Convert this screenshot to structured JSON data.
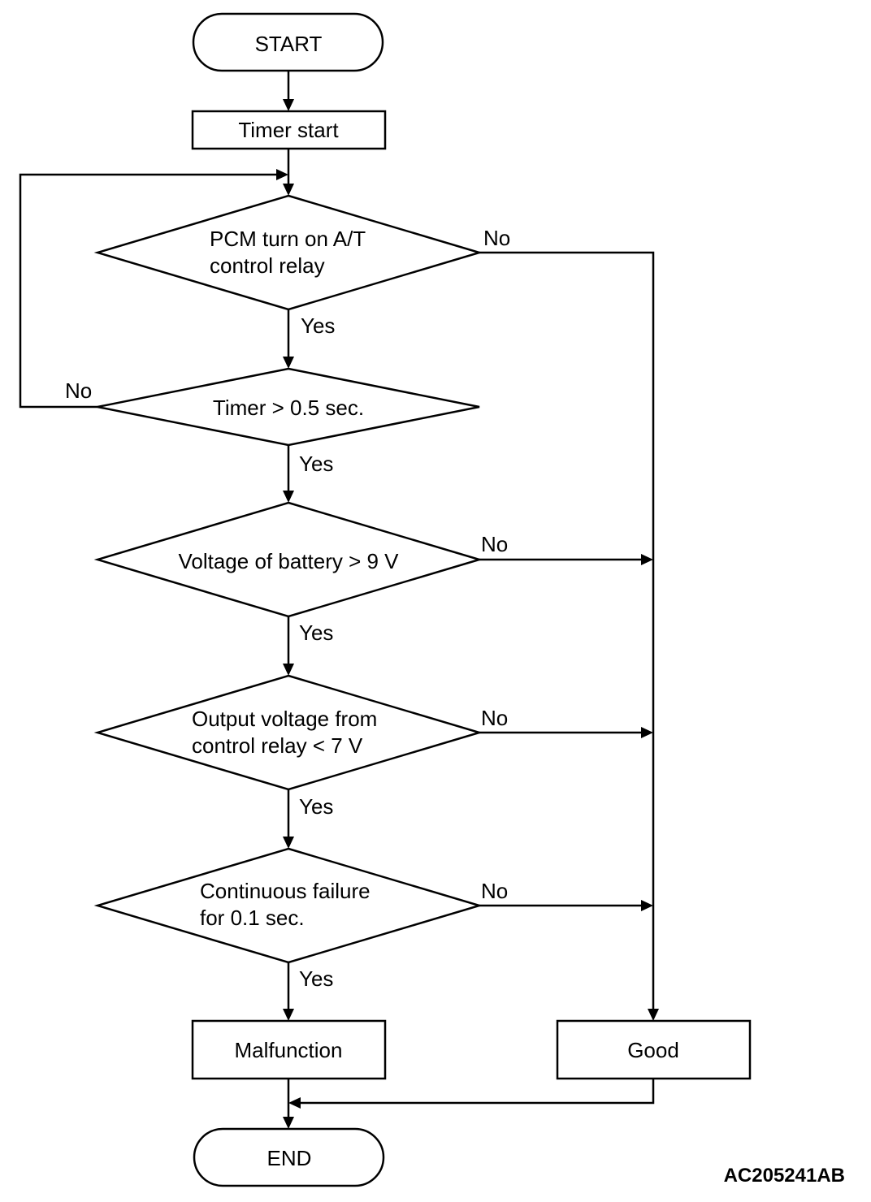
{
  "nodes": {
    "start": "START",
    "timer_start": "Timer start",
    "pcm_relay": [
      "PCM turn on A/T",
      "control relay"
    ],
    "timer_check": "Timer > 0.5 sec.",
    "battery_check": "Voltage of battery > 9 V",
    "output_check": [
      "Output voltage from",
      "control relay < 7 V"
    ],
    "failure_check": [
      "Continuous failure",
      "for 0.1 sec."
    ],
    "malfunction": "Malfunction",
    "good": "Good",
    "end": "END"
  },
  "labels": {
    "yes": "Yes",
    "no": "No"
  },
  "figure_code": "AC205241AB"
}
